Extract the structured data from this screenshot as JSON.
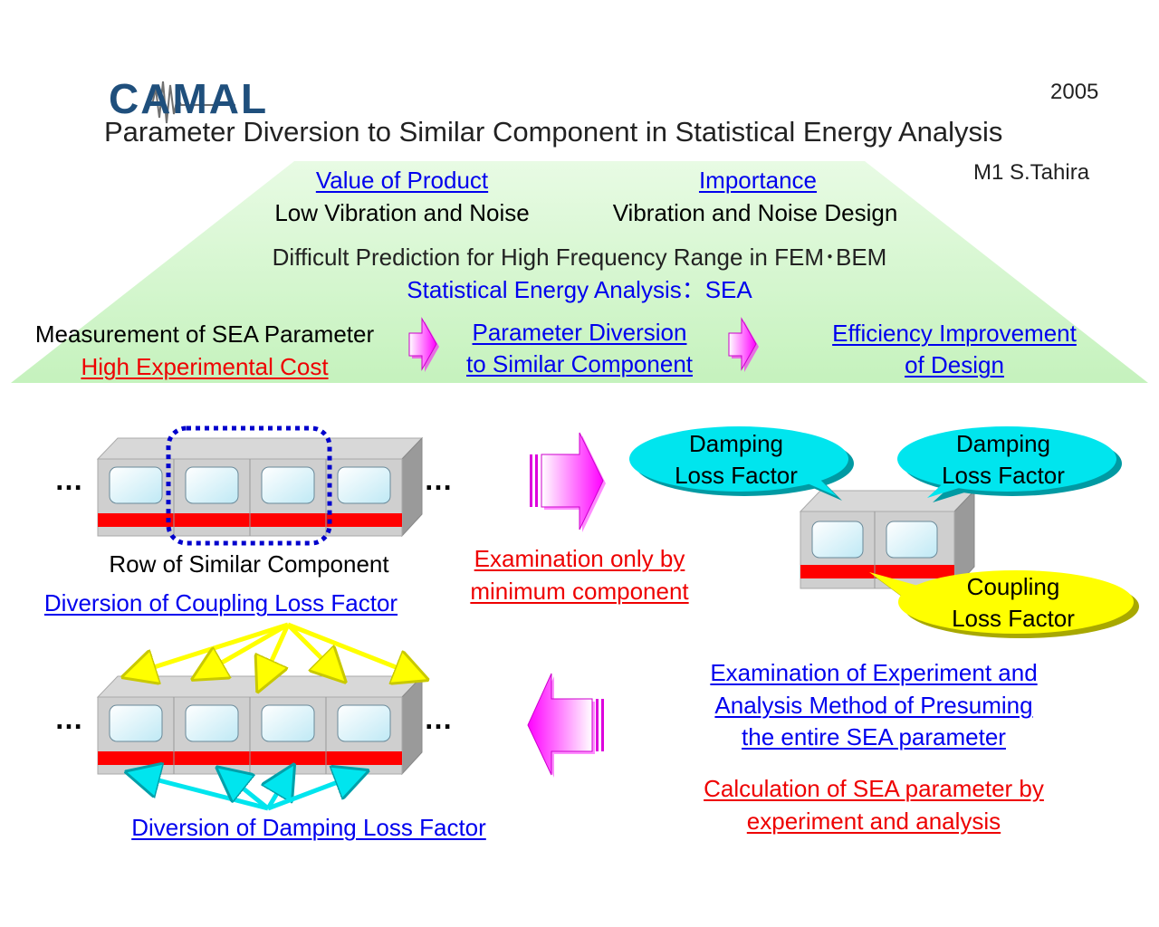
{
  "header": {
    "logo_text": "CAMAL",
    "year": "2005",
    "title": "Parameter Diversion to Similar Component in Statistical Energy Analysis",
    "author": "M1 S.Tahira"
  },
  "pyramid": {
    "value_of_product": "Value of Product",
    "low_vibration": "Low Vibration and Noise",
    "importance": "Importance",
    "vibration_design": "Vibration and Noise Design",
    "difficult_prediction": "Difficult Prediction for High Frequency Range in FEM･BEM",
    "sea": "Statistical Energy Analysis：SEA",
    "measurement": "Measurement of SEA Parameter",
    "high_cost": "High Experimental Cost",
    "diversion_line1": "Parameter Diversion",
    "diversion_line2": "to Similar Component",
    "efficiency_line1": "Efficiency Improvement",
    "efficiency_line2": "of Design"
  },
  "diagram": {
    "ellipsis": "…",
    "row_label": "Row of Similar Component",
    "coupling_diversion": "Diversion of Coupling Loss Factor",
    "damping_diversion": "Diversion of Damping Loss Factor",
    "examination_min_line1": "Examination only by",
    "examination_min_line2": "minimum component",
    "bubble_damping_line1": "Damping",
    "bubble_damping_line2": "Loss Factor",
    "bubble_coupling_line1": "Coupling",
    "bubble_coupling_line2": "Loss Factor",
    "exam_exp_line1": "Examination of Experiment and",
    "exam_exp_line2": "Analysis Method of Presuming",
    "exam_exp_line3": "the entire SEA parameter",
    "calc_line1": "Calculation of SEA parameter by",
    "calc_line2": "experiment and analysis"
  },
  "colors": {
    "pyramid_green": "#c8f5c0",
    "magenta": "#ff00ff",
    "cyan_bubble": "#00e5ee",
    "yellow_bubble": "#ffff00",
    "red_stripe": "#ff0000",
    "dotted_blue": "#0000cc"
  }
}
